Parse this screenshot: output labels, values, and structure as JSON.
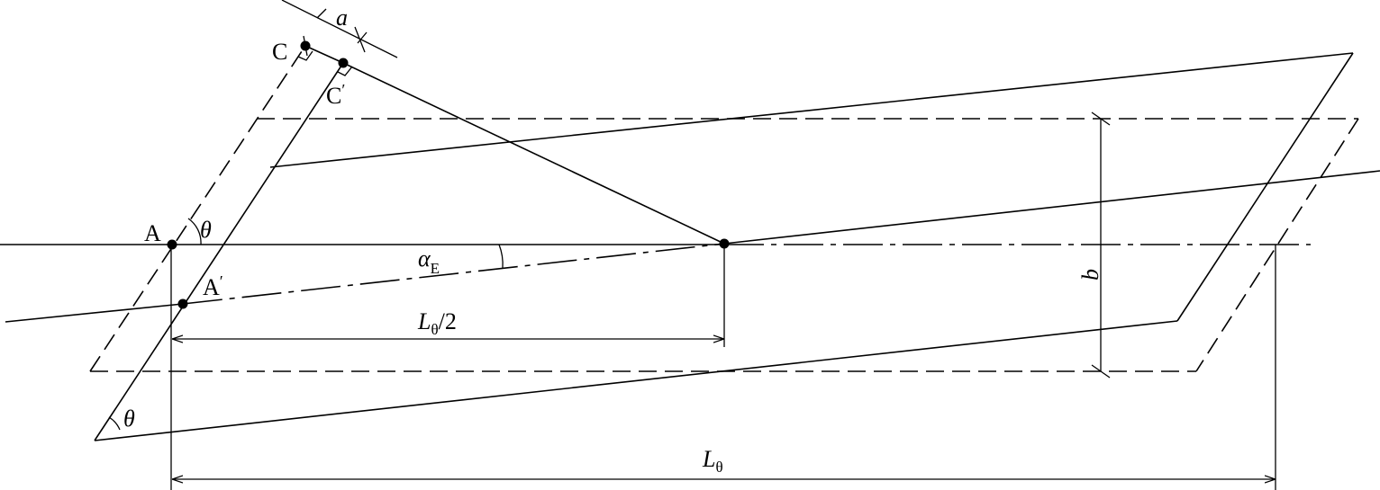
{
  "points": {
    "A": "A",
    "A_prime": "A",
    "C": "C",
    "C_prime": "C",
    "prime_mark": "′"
  },
  "angles": {
    "theta": "θ",
    "alpha": "α",
    "alpha_sub": "E"
  },
  "dimensions": {
    "a": "a",
    "b": "b",
    "L": "L",
    "L_sub": "θ",
    "half": "/2"
  }
}
